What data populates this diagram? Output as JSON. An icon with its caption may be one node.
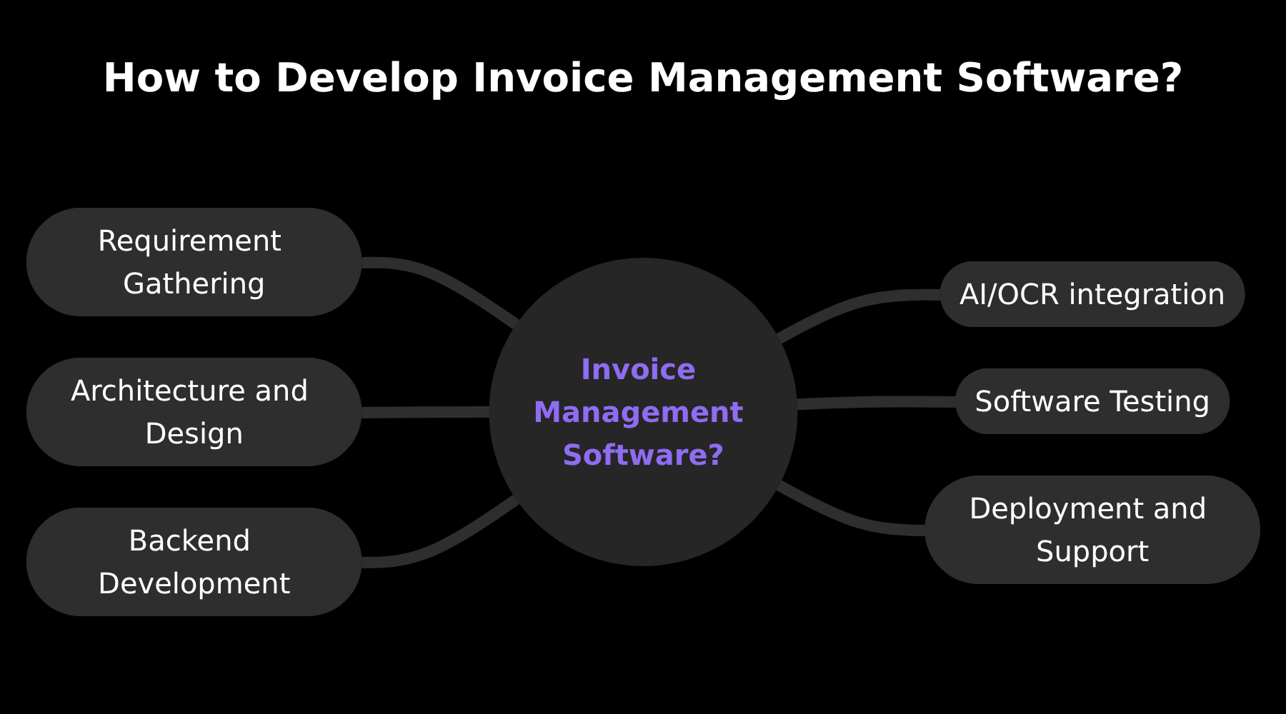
{
  "diagram": {
    "title": "How to Develop Invoice Management Software?",
    "nodes": [
      {
        "text": [
          "Requirement Gathering"
        ]
      },
      {
        "text": [
          "AI/OCR integration"
        ]
      },
      {
        "text": [
          "Architecture and Design"
        ]
      },
      {
        "text": [
          "Software Testing"
        ]
      },
      {
        "text": [
          "Backend Development"
        ]
      },
      {
        "text": [
          "Deployment and Support"
        ]
      },
      {
        "text": [
          "Invoice Management Software?"
        ]
      }
    ],
    "edges": [
      {
        "from": 0,
        "to": 6,
        "arrow": "none"
      },
      {
        "from": 2,
        "to": 6,
        "arrow": "none"
      },
      {
        "from": 4,
        "to": 6,
        "arrow": "none"
      },
      {
        "from": 6,
        "to": 1,
        "arrow": "none"
      },
      {
        "from": 6,
        "to": 3,
        "arrow": "none"
      },
      {
        "from": 6,
        "to": 5,
        "arrow": "none"
      }
    ]
  }
}
